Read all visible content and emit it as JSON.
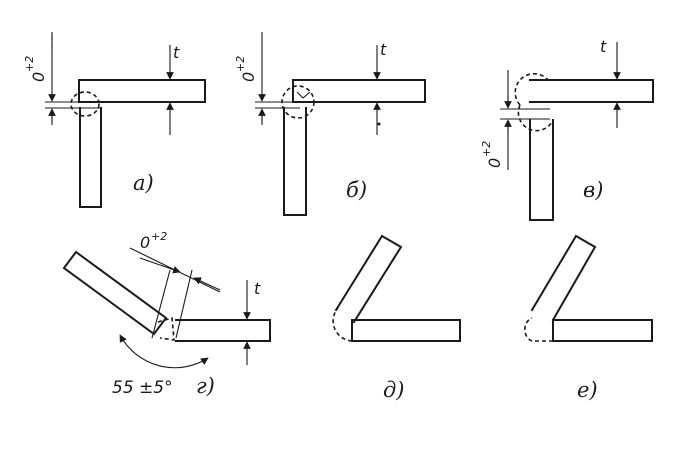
{
  "figures": {
    "a": {
      "caption": "а)",
      "gap_label": "0",
      "gap_tolerance": "+2",
      "thickness_label": "t"
    },
    "b": {
      "caption": "б)",
      "gap_label": "0",
      "gap_tolerance": "+2",
      "thickness_label": "t"
    },
    "v": {
      "caption": "в)",
      "gap_label": "0",
      "gap_tolerance": "+2",
      "thickness_label": "t"
    },
    "g": {
      "caption": "г)",
      "gap_label": "0",
      "gap_tolerance": "+2",
      "thickness_label": "t",
      "angle_label": "55 ±5°"
    },
    "d": {
      "caption": "д)"
    },
    "e": {
      "caption": "е)"
    }
  }
}
